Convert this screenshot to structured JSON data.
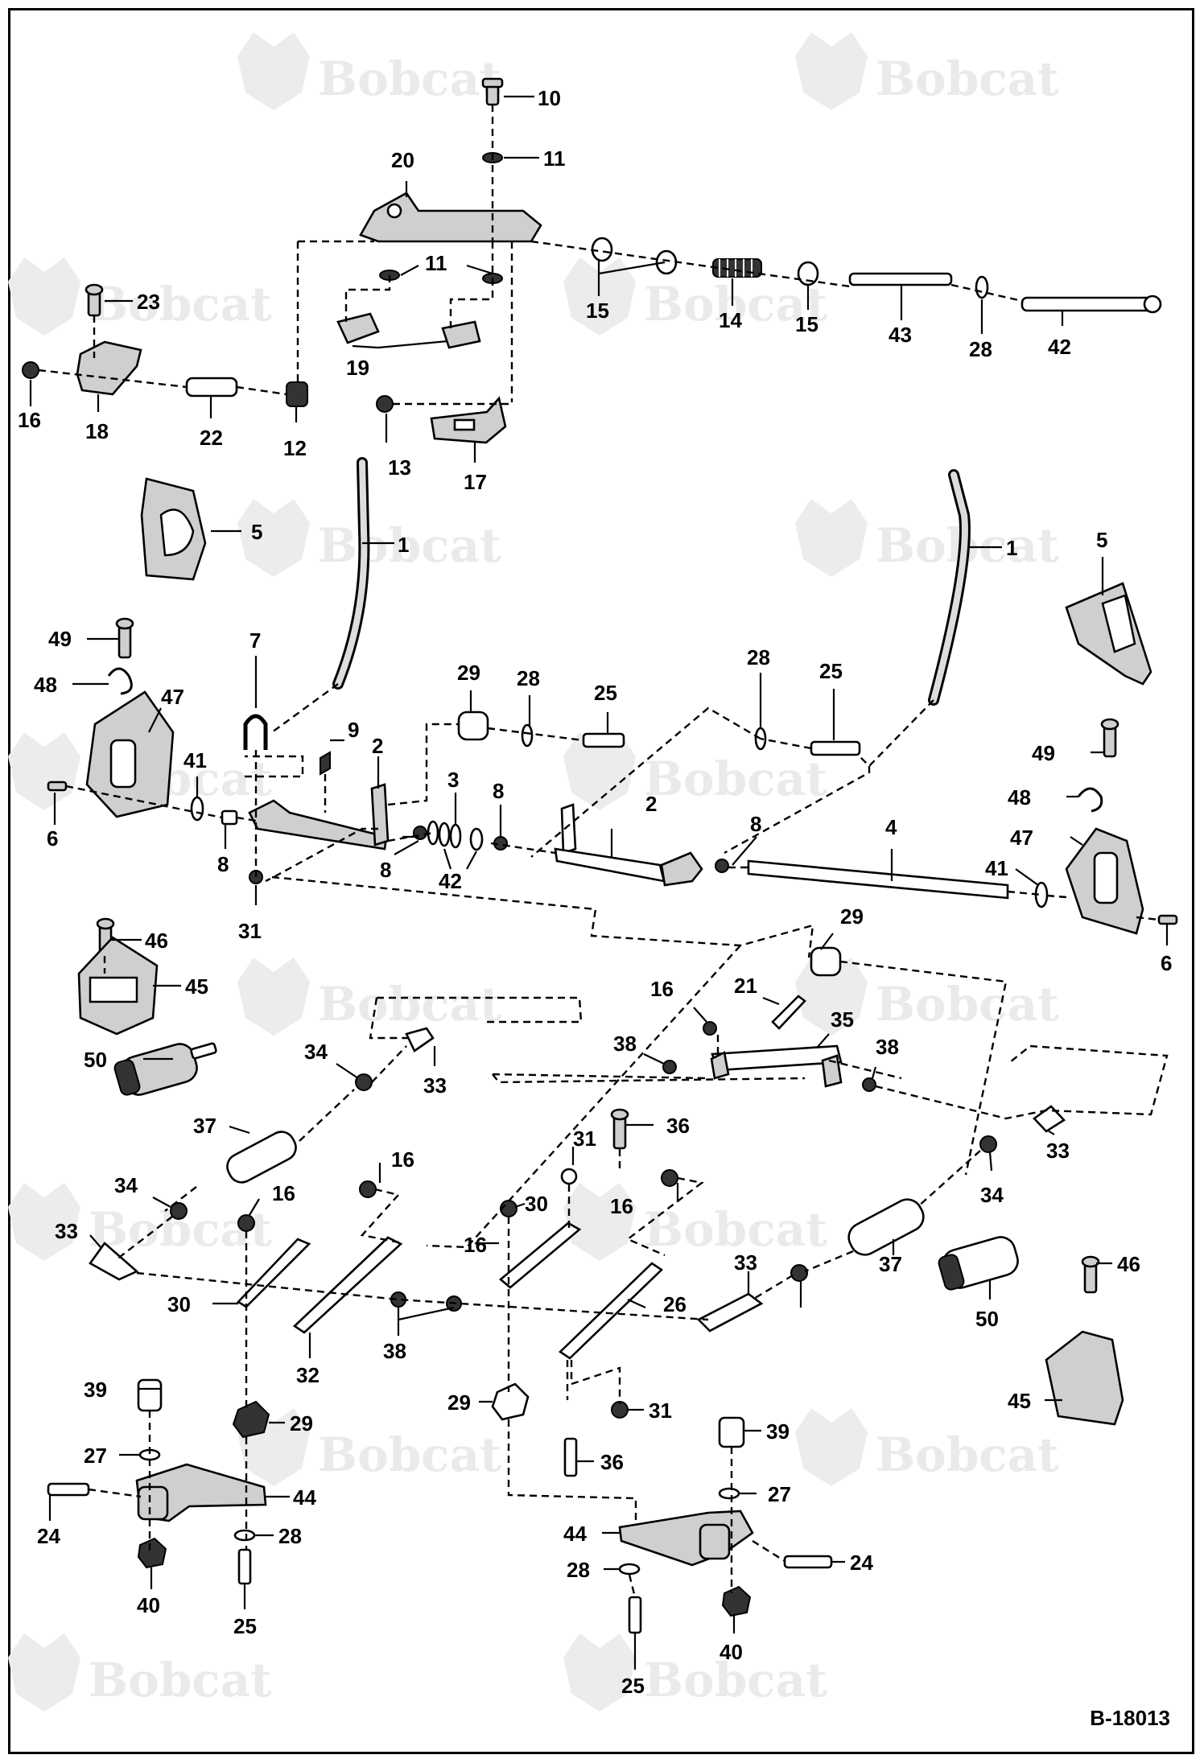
{
  "watermark": {
    "text": "Bobcat"
  },
  "figure_code": "B-18013",
  "callouts": {
    "c10": "10",
    "c11a": "11",
    "c20": "20",
    "c11b": "11",
    "c23": "23",
    "c15a": "15",
    "c14": "14",
    "c15b": "15",
    "c43": "43",
    "c28a": "28",
    "c42a": "42",
    "c16a": "16",
    "c18": "18",
    "c22": "22",
    "c12": "12",
    "c19": "19",
    "c13": "13",
    "c17": "17",
    "c5a": "5",
    "c1a": "1",
    "c1b": "1",
    "c5b": "5",
    "c49a": "49",
    "c48a": "48",
    "c47a": "47",
    "c7": "7",
    "c9": "9",
    "c2a": "2",
    "c29a": "29",
    "c28b": "28",
    "c25a": "25",
    "c28c": "28",
    "c25b": "25",
    "c41a": "41",
    "c6a": "6",
    "c8a": "8",
    "c3": "3",
    "c8b": "8",
    "c8c": "8",
    "c42b": "42",
    "c2b": "2",
    "c8d": "8",
    "c4": "4",
    "c49b": "49",
    "c48b": "48",
    "c47b": "47",
    "c41b": "41",
    "c6b": "6",
    "c31a": "31",
    "c46a": "46",
    "c45a": "45",
    "c29b": "29",
    "c16b": "16",
    "c21": "21",
    "c35": "35",
    "c38a": "38",
    "c38b": "38",
    "c50a": "50",
    "c34a": "34",
    "c33a": "33",
    "c37a": "37",
    "c36a": "36",
    "c31b": "31",
    "c16c": "16",
    "c16d": "16",
    "c16e": "16",
    "c30a": "30",
    "c16f": "16",
    "c33b": "33",
    "c34b": "34",
    "c33c": "33",
    "c37b": "37",
    "c50b": "50",
    "c34c": "34",
    "c33d": "33",
    "c30b": "30",
    "c32": "32",
    "c38c": "38",
    "c26": "26",
    "c46b": "46",
    "c39a": "39",
    "c29c": "29",
    "c29d": "29",
    "c31c": "31",
    "c45b": "45",
    "c27a": "27",
    "c36b": "36",
    "c39b": "39",
    "c24a": "24",
    "c44a": "44",
    "c27b": "27",
    "c28d": "28",
    "c44b": "44",
    "c24b": "24",
    "c28e": "28",
    "c40a": "40",
    "c25c": "25",
    "c40b": "40",
    "c25d": "25"
  }
}
